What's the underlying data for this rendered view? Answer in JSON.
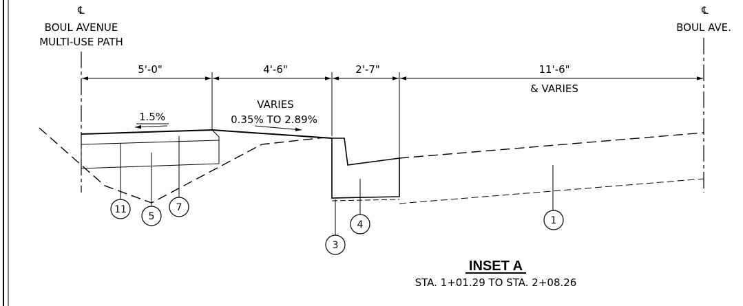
{
  "centerline_symbol": "℄",
  "left_label": {
    "line1": "BOUL AVENUE",
    "line2": "MULTI-USE PATH"
  },
  "right_label": {
    "line1": "BOUL AVE."
  },
  "dimensions": [
    "5'-0\"",
    "4'-6\"",
    "2'-7\"",
    "11'-6\""
  ],
  "dimension_note": "& VARIES",
  "slope_1": "1.5%",
  "slope_2": {
    "line1": "VARIES",
    "line2": "0.35% TO 2.89%"
  },
  "callouts": [
    "11",
    "5",
    "7",
    "3",
    "4",
    "1"
  ],
  "inset": {
    "title": "INSET A",
    "station": "STA. 1+01.29 TO STA. 2+08.26"
  }
}
